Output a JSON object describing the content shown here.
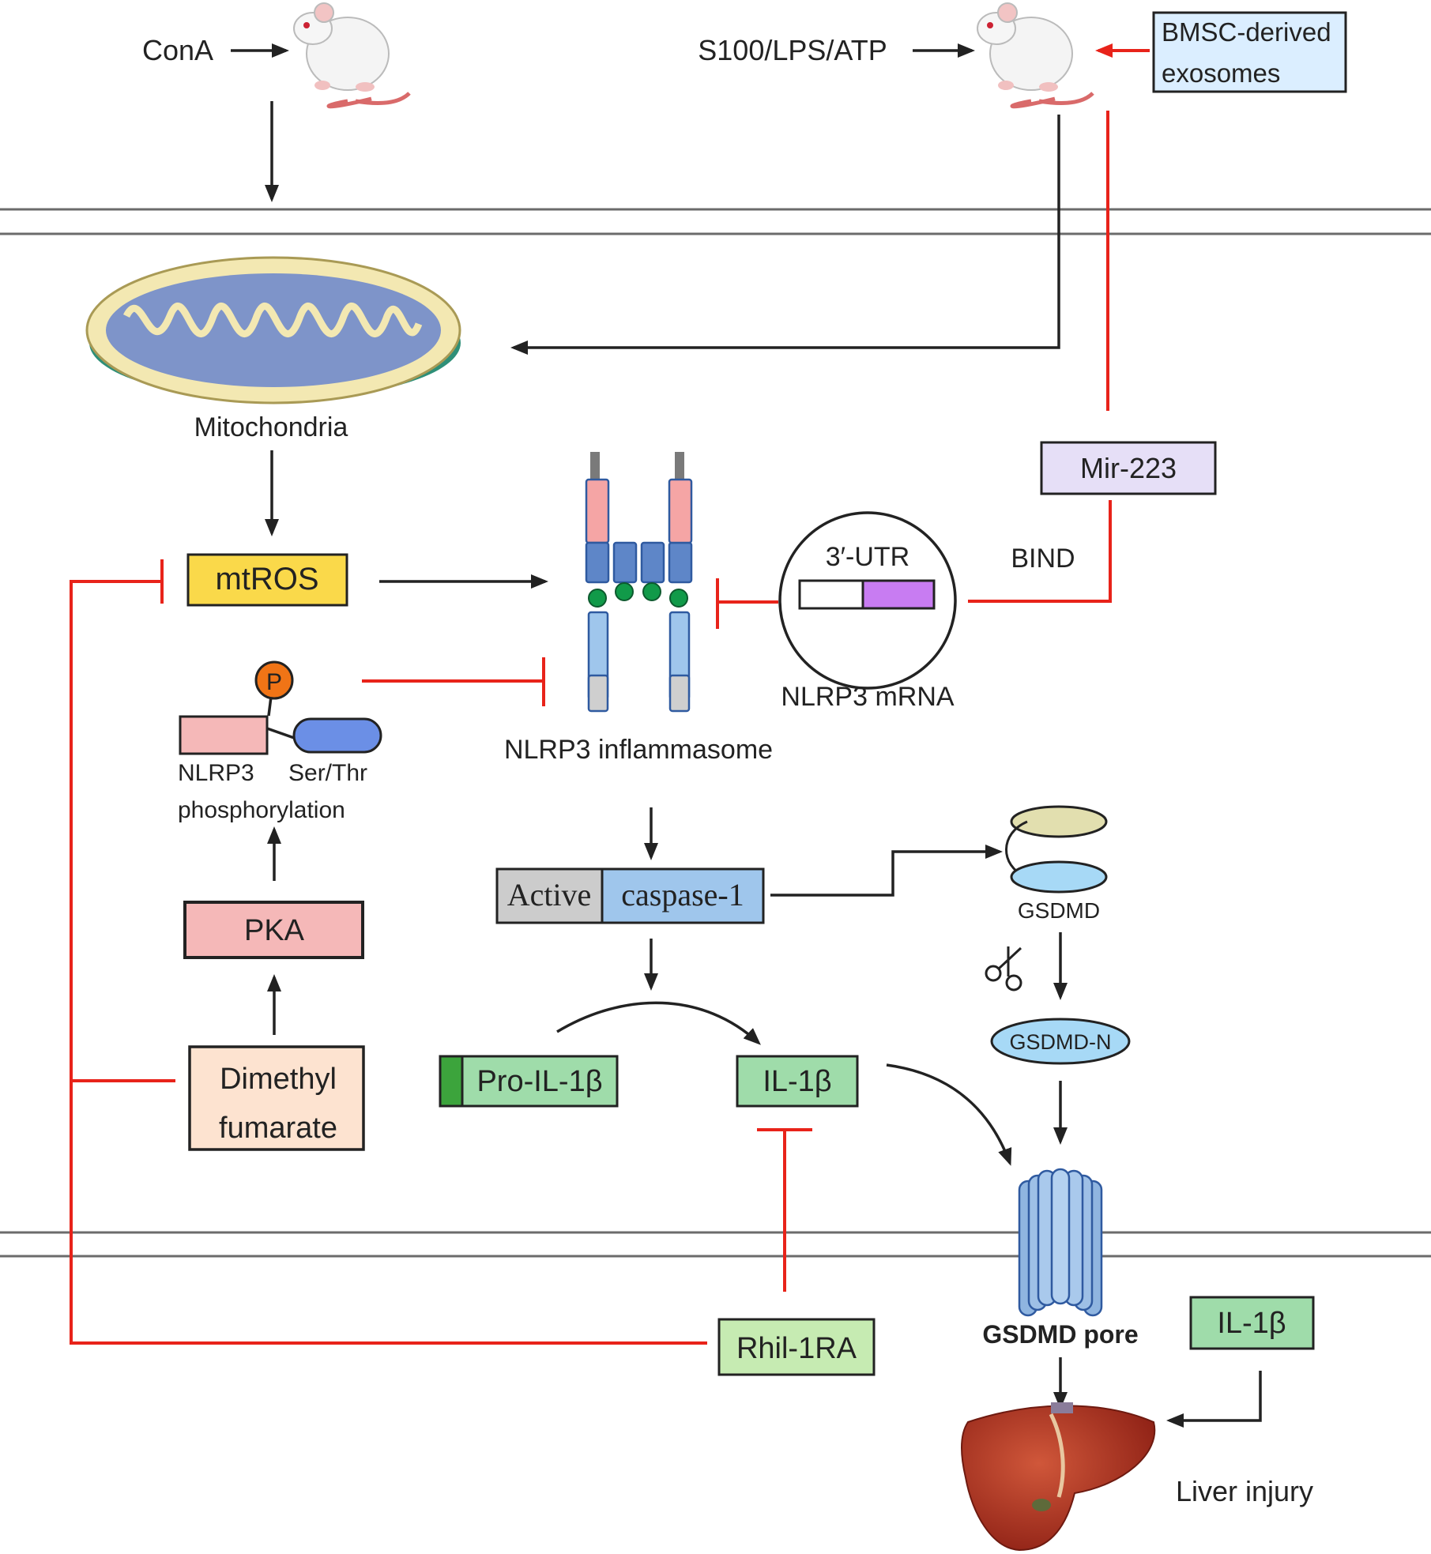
{
  "stimuli": {
    "left": "ConA",
    "right": "S100/LPS/ATP"
  },
  "exosomes": {
    "line1": "BMSC-derived",
    "line2": "exosomes"
  },
  "mitochondria": {
    "label": "Mitochondria"
  },
  "mtros": {
    "label": "mtROS"
  },
  "phospho": {
    "p_label": "P",
    "nlrp3": "NLRP3",
    "serthr": "Ser/Thr",
    "caption": "phosphorylation"
  },
  "pka": {
    "label": "PKA"
  },
  "dmf": {
    "line1": "Dimethyl",
    "line2": "fumarate"
  },
  "inflammasome": {
    "label": "NLRP3 inflammasome"
  },
  "mrna": {
    "utr": "3′-UTR",
    "label": "NLRP3 mRNA"
  },
  "mir": {
    "label": "Mir-223",
    "bind": "BIND"
  },
  "caspase": {
    "active": "Active",
    "name": "caspase-1"
  },
  "gsdmd": {
    "label": "GSDMD",
    "n_label": "GSDMD-N",
    "pore": "GSDMD pore"
  },
  "il": {
    "pro": "Pro-IL-1β",
    "mature": "IL-1β",
    "released": "IL-1β"
  },
  "rhil": {
    "label": "Rhil-1RA"
  },
  "outcome": {
    "label": "Liver injury"
  },
  "colors": {
    "inhibition": "#e8231a",
    "activation": "#222222",
    "mtros": "#fad94a",
    "pka": "#f5b8b8",
    "dmf": "#fde3d0",
    "mir": "#e6dff7",
    "exosomes": "#dbeeff",
    "il": "#9fdcaa",
    "rhil": "#c6ebb2",
    "caspase_blue": "#9fc6ec",
    "caspase_gray": "#cccccc"
  }
}
